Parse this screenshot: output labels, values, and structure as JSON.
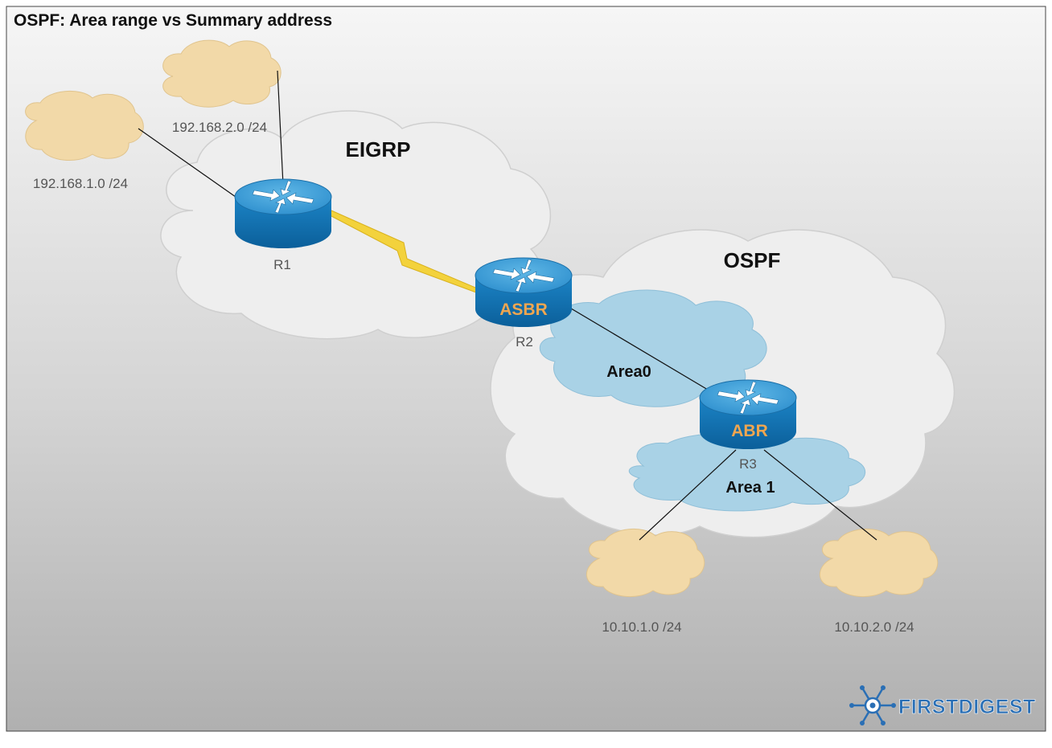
{
  "title": "OSPF: Area range vs Summary address",
  "zones": {
    "eigrp": "EIGRP",
    "ospf": "OSPF",
    "area0": "Area0",
    "area1": "Area 1"
  },
  "networks": {
    "net_192_168_2": "192.168.2.0 /24",
    "net_192_168_1": "192.168.1.0 /24",
    "net_10_10_1": "10.10.1.0 /24",
    "net_10_10_2": "10.10.2.0 /24"
  },
  "routers": {
    "r1": {
      "name": "R1",
      "role": ""
    },
    "r2": {
      "name": "R2",
      "role": "ASBR"
    },
    "r3": {
      "name": "R3",
      "role": "ABR"
    }
  },
  "logo": "FIRSTDIGEST",
  "colors": {
    "background_top": "#f4f4f4",
    "background_bottom": "#b4b4b4",
    "routing_cloud": "#eeeeee",
    "area_cloud": "#a9d2e6",
    "network_cloud": "#f2d9a8",
    "router_blue": "#1a7fbf",
    "serial_link": "#f3d23c",
    "role_label": "#f0a650",
    "logo_blue": "#2a6fb5"
  },
  "icons": {
    "router": "router-icon",
    "serial_link": "lightning-bolt-icon",
    "logo": "snowflake-gear-icon"
  }
}
